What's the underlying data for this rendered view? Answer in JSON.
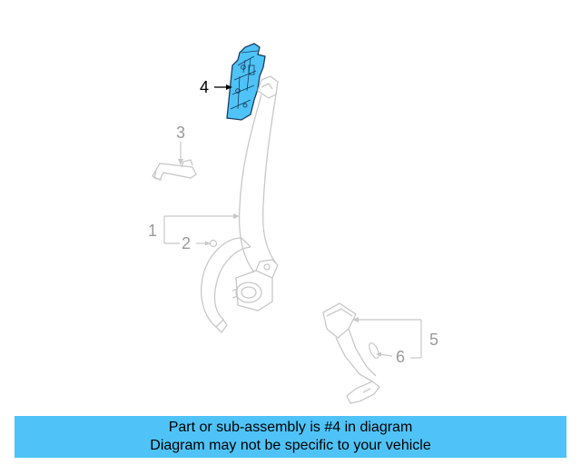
{
  "callouts": {
    "c1": "1",
    "c2": "2",
    "c3": "3",
    "c4": "4",
    "c5": "5",
    "c6": "6"
  },
  "caption": {
    "line1": "Part or sub-assembly is #4 in diagram",
    "line2": "Diagram may not be specific to your vehicle"
  },
  "colors": {
    "highlight_part": "#4fc3f7",
    "banner": "#4fc3f7",
    "faded_line": "#c8c8c8",
    "faded_text": "#9a9a9a",
    "active_text": "#000000"
  },
  "highlighted_part": "4"
}
